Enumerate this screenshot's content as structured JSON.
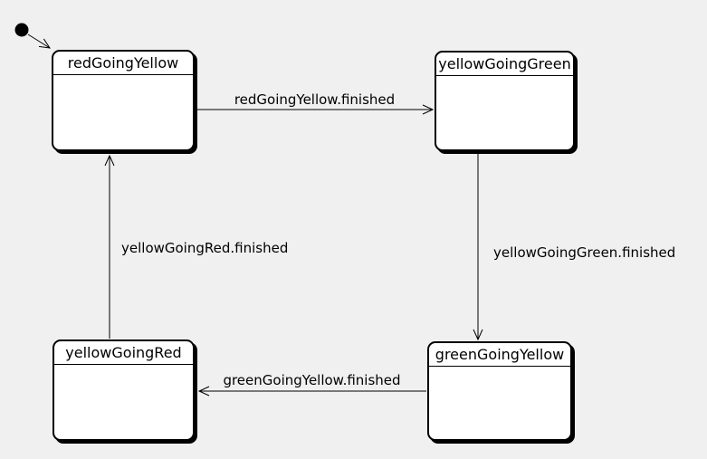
{
  "diagram": {
    "type": "uml-state-machine",
    "background_color": "#f0f0f0",
    "state_fill_color": "#ffffff",
    "line_color": "#000000",
    "states": [
      {
        "id": "redGoingYellow",
        "label": "redGoingYellow"
      },
      {
        "id": "yellowGoingGreen",
        "label": "yellowGoingGreen"
      },
      {
        "id": "yellowGoingRed",
        "label": "yellowGoingRed"
      },
      {
        "id": "greenGoingYellow",
        "label": "greenGoingYellow"
      }
    ],
    "initial": {
      "to": "redGoingYellow"
    },
    "transitions": [
      {
        "from": "redGoingYellow",
        "to": "yellowGoingGreen",
        "label": "redGoingYellow.finished"
      },
      {
        "from": "yellowGoingGreen",
        "to": "greenGoingYellow",
        "label": "yellowGoingGreen.finished"
      },
      {
        "from": "greenGoingYellow",
        "to": "yellowGoingRed",
        "label": "greenGoingYellow.finished"
      },
      {
        "from": "yellowGoingRed",
        "to": "redGoingYellow",
        "label": "yellowGoingRed.finished"
      }
    ]
  }
}
